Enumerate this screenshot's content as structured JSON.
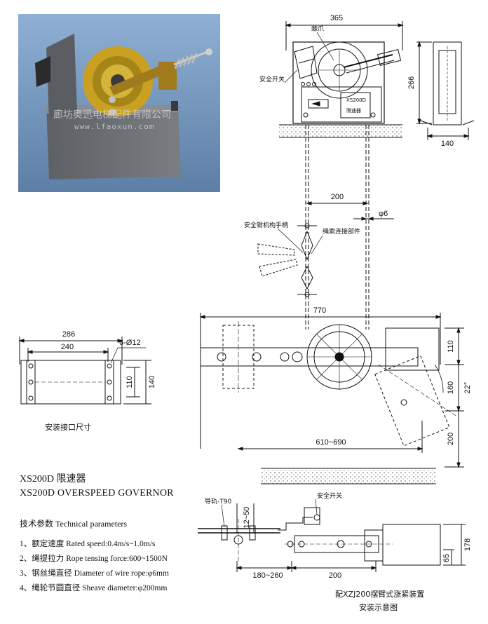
{
  "product": {
    "title_cn": "XS200D 限速器",
    "title_en": "XS200D OVERSPEED GOVERNOR"
  },
  "photo": {
    "watermark_company": "廊坊奥迅电梯配件有限公司",
    "watermark_url": "www.lfaoxun.com"
  },
  "parameters": {
    "heading": "技术参数 Technical parameters",
    "items": [
      "1、额定速度 Rated speed:0.4m/s~1.0m/s",
      "2、绳提拉力 Rope tensing force:600~1500N",
      "3、钢丝绳直径 Diameter of wire rope:φ6mm",
      "4、绳轮节圆直径 Sheave diameter:φ200mm"
    ]
  },
  "mounting": {
    "caption": "安装接口尺寸",
    "dims": {
      "outer": "286",
      "inner": "240",
      "holes": "6-Ø12",
      "h_inner": "110",
      "h_outer": "140"
    }
  },
  "governor_view": {
    "label_pawl": "棘爪",
    "label_safety_switch": "安全开关",
    "nameplate_model": "XS200D",
    "nameplate_name": "限速器",
    "dims": {
      "width": "365",
      "height": "266",
      "side_width": "140"
    }
  },
  "rope_section": {
    "label_handle": "安全钳机构手柄",
    "label_rope_connector": "绳索连接部件",
    "dims": {
      "rope_spacing": "200",
      "rope_dia": "φ6"
    }
  },
  "tension_device": {
    "dims": {
      "total": "770",
      "upper_right": "110",
      "mid": "160",
      "angle": "22°",
      "lower": "200",
      "range": "610~690"
    }
  },
  "bottom_view": {
    "label_rail": "导轨-T90",
    "label_safety_switch": "安全开关",
    "dims": {
      "gap": "12~50",
      "left": "180~260",
      "mid": "200",
      "height": "178",
      "low": "65"
    },
    "caption1": "配XZJ200摆臂式涨紧装置",
    "caption2": "安装示意图"
  }
}
